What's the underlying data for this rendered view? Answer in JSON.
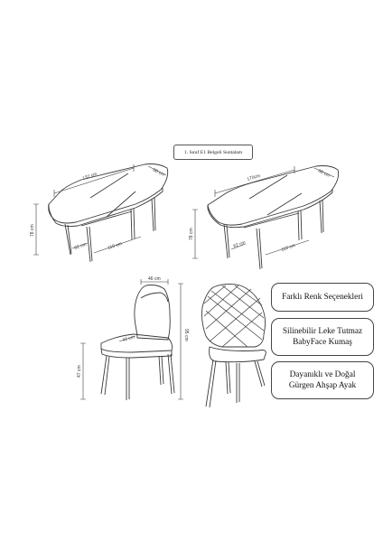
{
  "header": {
    "label": "1. Sınıf E1 Belgeli Suntalam"
  },
  "table_small": {
    "length": "132 cm",
    "width": "80 cm",
    "height": "78 cm",
    "leg_gap_short": "62 cm",
    "leg_gap_long": "110 cm"
  },
  "table_large": {
    "length": "170cm",
    "width": "80 cm",
    "height": "78 cm",
    "leg_gap_short": "62 cm",
    "leg_gap_long": "110 cm"
  },
  "chair": {
    "back_width": "46 cm",
    "seat_depth": "42 cm",
    "seat_height": "47 cm",
    "total_height": "95 cm"
  },
  "features": [
    {
      "lines": [
        "Farklı Renk Seçenekleri"
      ]
    },
    {
      "lines": [
        "Silinebilir Leke Tutmaz",
        "BabyFace Kumaş"
      ]
    },
    {
      "lines": [
        "Dayanıklı ve Doğal",
        "Gürgen Ahşap Ayak"
      ]
    }
  ],
  "colors": {
    "line": "#3a3a3a",
    "text": "#222222"
  }
}
